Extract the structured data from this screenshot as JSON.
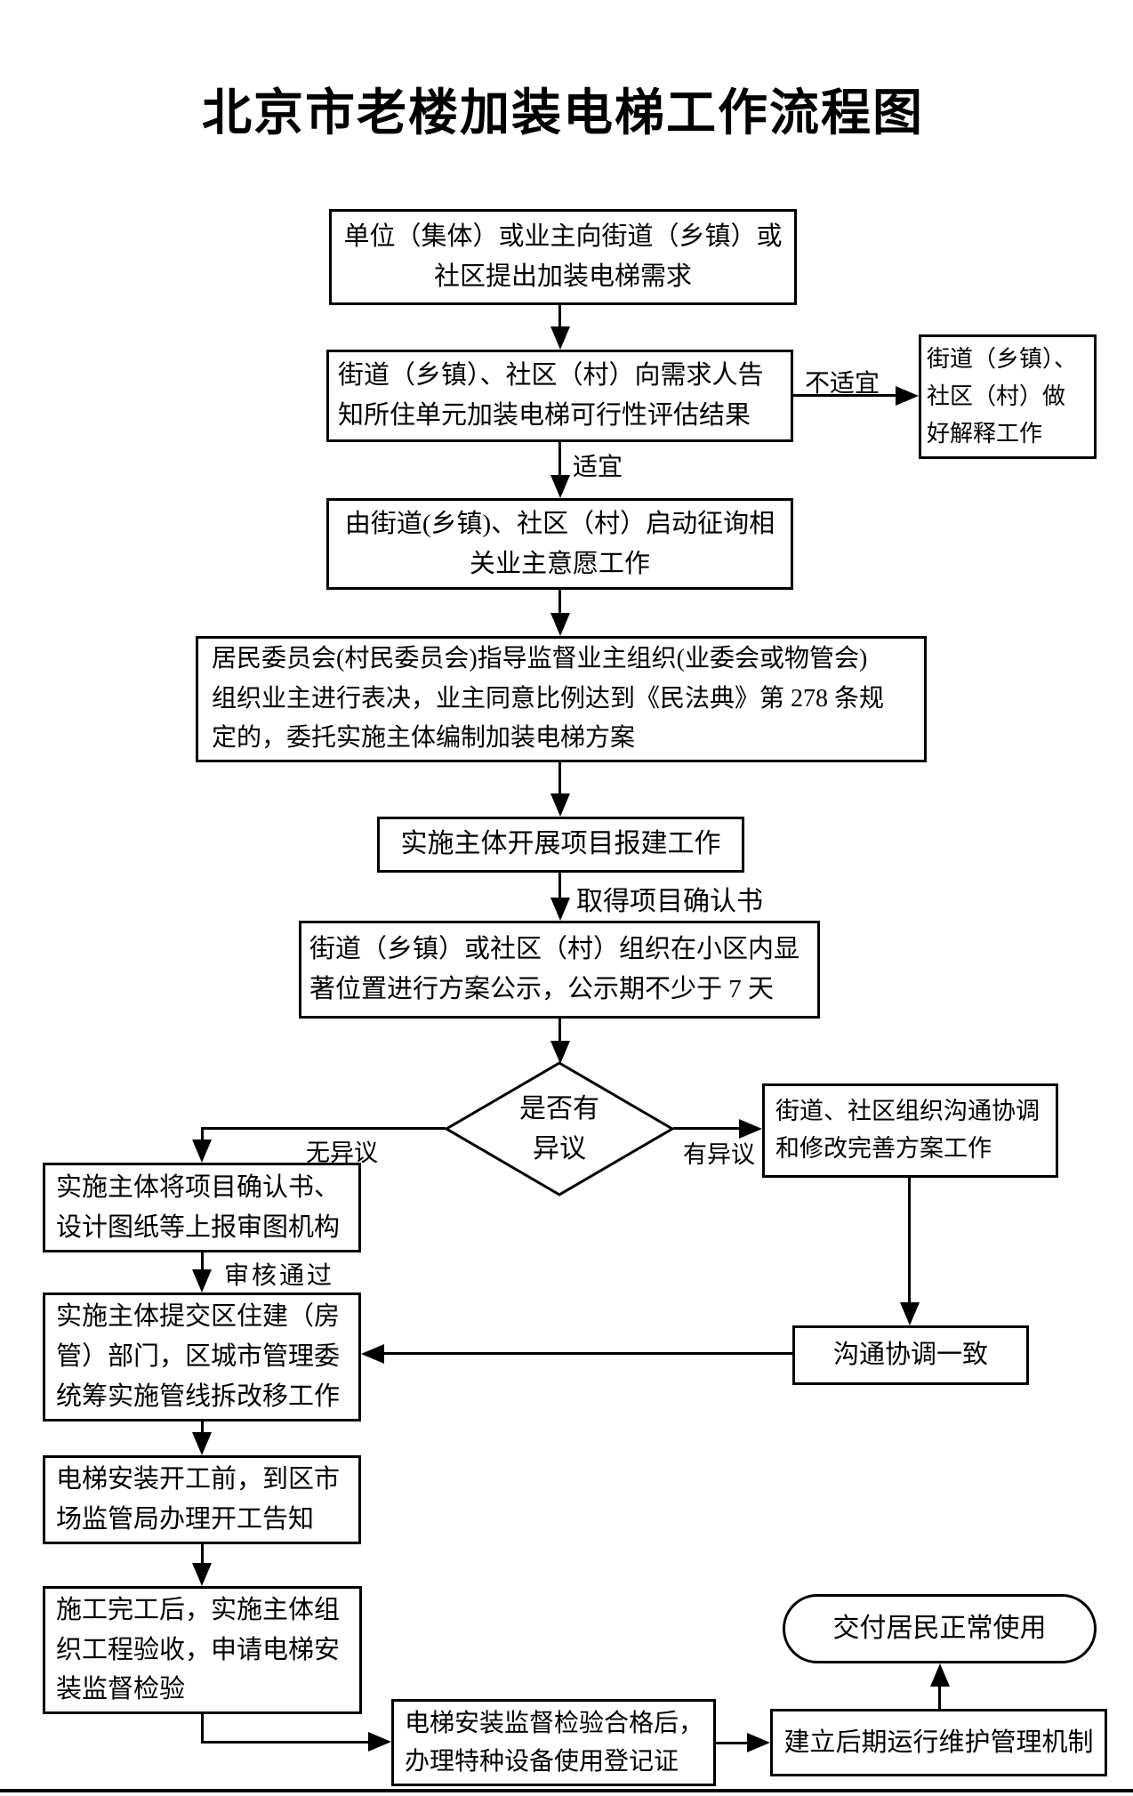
{
  "title": "北京市老楼加装电梯工作流程图",
  "nodes": {
    "demand": {
      "text": "单位（集体）或业主向街道（乡镇）或\n社区提出加装电梯需求"
    },
    "feasibility": {
      "text": "街道（乡镇）、社区（村）向需求人告\n知所住单元加装电梯可行性评估结果"
    },
    "explain": {
      "text": "街道（乡镇）、\n社区（村）做\n好解释工作"
    },
    "consult": {
      "text": "由街道(乡镇)、社区（村）启动征询相\n关业主意愿工作"
    },
    "vote": {
      "text": "居民委员会(村民委员会)指导监督业主组织(业委会或物管会)\n组织业主进行表决，业主同意比例达到《民法典》第 278 条规\n定的，委托实施主体编制加装电梯方案"
    },
    "filing": {
      "text": "实施主体开展项目报建工作"
    },
    "publicity": {
      "text": "街道（乡镇）或社区（村）组织在小区内显\n著位置进行方案公示，公示期不少于 7 天"
    },
    "decision": {
      "text": "是否有\n异议"
    },
    "coordinate": {
      "text": "街道、社区组织沟通协调\n和修改完善方案工作"
    },
    "review": {
      "text": "实施主体将项目确认书、\n设计图纸等上报审图机构"
    },
    "pipeline": {
      "text": "实施主体提交区住建（房\n管）部门，区城市管理委\n统筹实施管线拆改移工作"
    },
    "consensus": {
      "text": "沟通协调一致"
    },
    "notice": {
      "text": "电梯安装开工前，到区市\n场监管局办理开工告知"
    },
    "acceptance": {
      "text": "施工完工后，实施主体组\n织工程验收，申请电梯安\n装监督检验"
    },
    "registration": {
      "text": "电梯安装监督检验合格后，\n办理特种设备使用登记证"
    },
    "maintenance": {
      "text": "建立后期运行维护管理机制"
    },
    "delivery": {
      "text": "交付居民正常使用"
    }
  },
  "edge_labels": {
    "unsuitable": "不适宜",
    "suitable": "适宜",
    "confirmation": "取得项目确认书",
    "no_objection": "无异议",
    "has_objection": "有异议",
    "review_passed": "审核通过"
  },
  "colors": {
    "line": "#000000",
    "background": "#ffffff",
    "text": "#000000"
  }
}
